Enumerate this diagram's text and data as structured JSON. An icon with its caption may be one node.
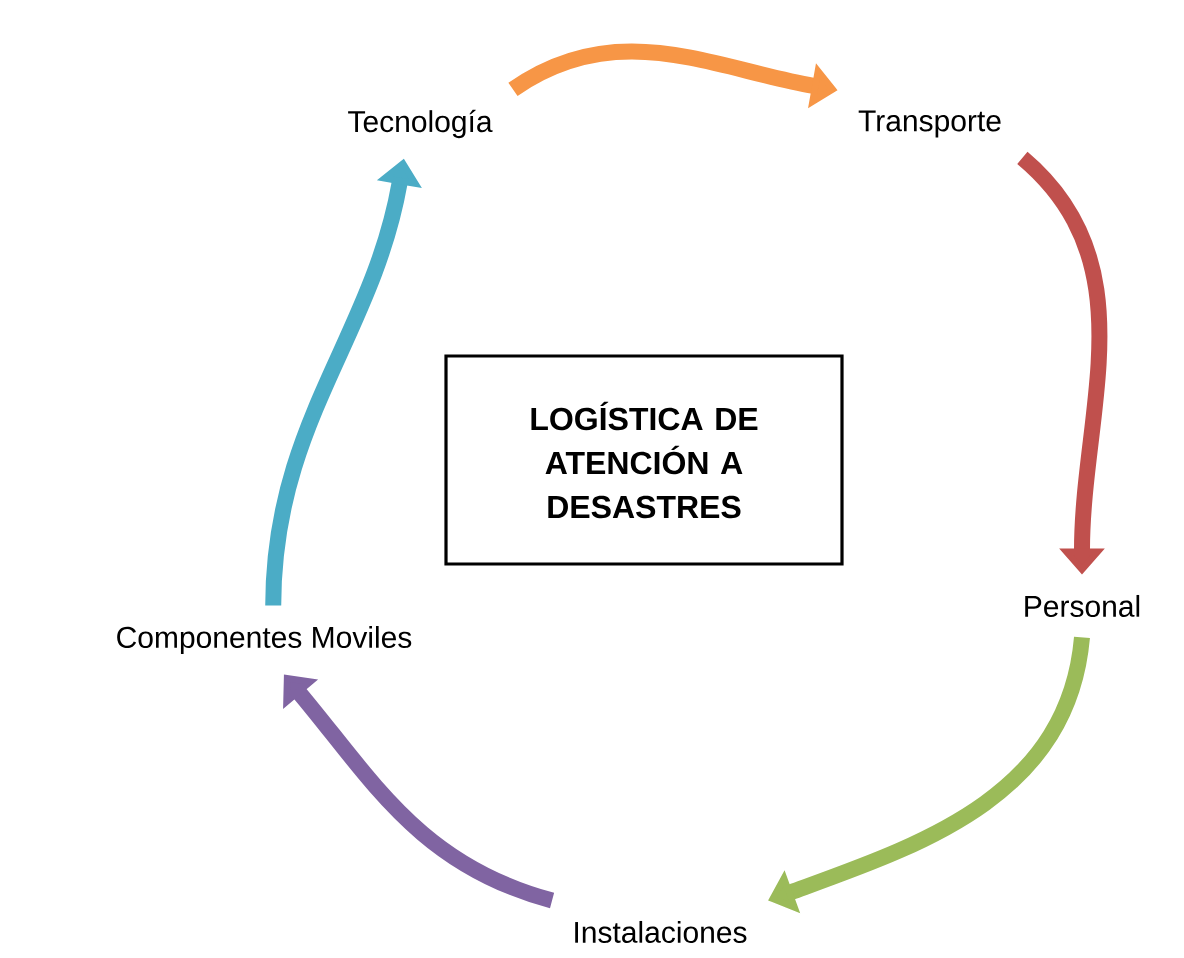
{
  "diagram": {
    "nodes": [
      {
        "text": [
          "LOGÍSTICA DE ATENCIÓN A DESASTRES"
        ]
      },
      {
        "text": [
          "Tecnología"
        ]
      },
      {
        "text": [
          "Transporte"
        ]
      },
      {
        "text": [
          "Personal"
        ]
      },
      {
        "text": [
          "Instalaciones"
        ]
      },
      {
        "text": [
          "Componentes Moviles"
        ]
      }
    ],
    "edges": [
      {
        "from": 1,
        "to": 2,
        "arrow": "to",
        "color": "#f79646"
      },
      {
        "from": 2,
        "to": 3,
        "arrow": "to",
        "color": "#c0504d"
      },
      {
        "from": 3,
        "to": 4,
        "arrow": "to",
        "color": "#9bbb59"
      },
      {
        "from": 4,
        "to": 5,
        "arrow": "to",
        "color": "#8064a2"
      },
      {
        "from": 5,
        "to": 1,
        "arrow": "to",
        "color": "#4bacc6"
      }
    ]
  }
}
